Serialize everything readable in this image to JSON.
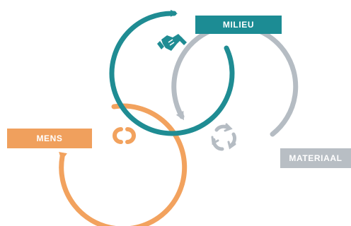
{
  "labels": {
    "milieu": "MILIEU",
    "mens": "MENS",
    "materiaal": "MATERIAAL"
  },
  "colors": {
    "milieu": "#1f8c93",
    "mens": "#f2a25e",
    "materiaal": "#b5bcc3",
    "mens_label_bg": "#f0a05d",
    "materiaal_label_bg": "#b8bec4",
    "milieu_label_bg": "#1c8c94"
  },
  "icons": {
    "milieu": "handshake-icon",
    "mens": "chain-link-icon",
    "materiaal": "recycle-arrows-icon"
  }
}
